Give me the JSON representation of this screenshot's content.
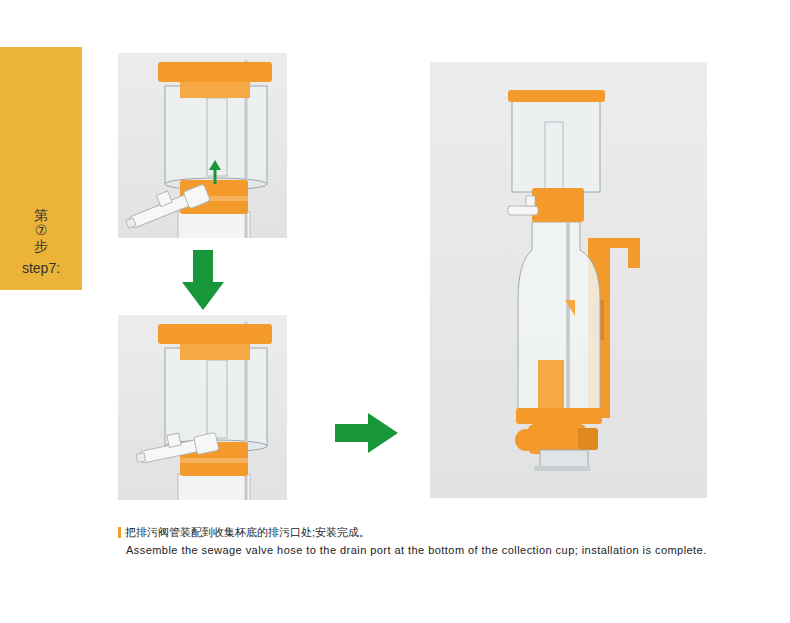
{
  "diagram": {
    "caption": "把排污阀管装配到收集杯底的排污口处;安装完成。",
    "nodes": [
      {
        "text": [
          "第⑦步",
          "step7:"
        ]
      }
    ],
    "labels": [
      "Assemble the sewage valve hose to the drain port at the bottom of the collection cup; installation is complete."
    ]
  }
}
